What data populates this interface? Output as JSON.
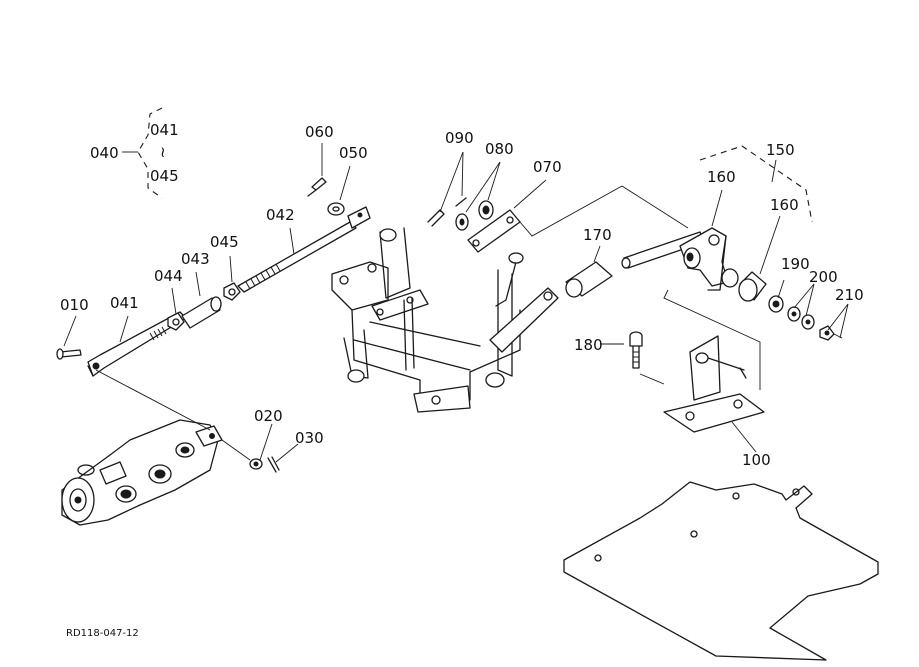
{
  "labels": {
    "p040": "040",
    "p041": "041",
    "tilde": "≀",
    "p045": "045",
    "p060": "060",
    "p050": "050",
    "p090": "090",
    "p080": "080",
    "p070": "070",
    "p150": "150",
    "p160a": "160",
    "p160b": "160",
    "p042": "042",
    "p045b": "045",
    "p043": "043",
    "p044": "044",
    "p010": "010",
    "p041b": "041",
    "p170": "170",
    "p190": "190",
    "p200": "200",
    "p210": "210",
    "p180": "180",
    "p100": "100",
    "p020": "020",
    "p030": "030"
  },
  "drawing_code": "RD118-047-12"
}
